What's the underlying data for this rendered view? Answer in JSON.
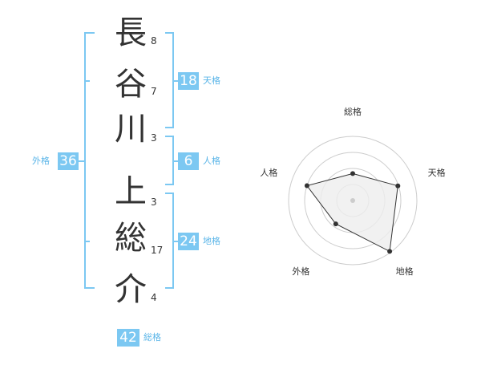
{
  "name": {
    "characters": [
      {
        "char": "長",
        "strokes": "8"
      },
      {
        "char": "谷",
        "strokes": "7"
      },
      {
        "char": "川",
        "strokes": "3"
      },
      {
        "char": "上",
        "strokes": "3"
      },
      {
        "char": "総",
        "strokes": "17"
      },
      {
        "char": "介",
        "strokes": "4"
      }
    ]
  },
  "kakusu": {
    "tenkaku": {
      "value": "18",
      "label": "天格"
    },
    "jinkaku": {
      "value": "6",
      "label": "人格"
    },
    "chikaku": {
      "value": "24",
      "label": "地格"
    },
    "gaikaku": {
      "value": "36",
      "label": "外格"
    },
    "soukaku": {
      "value": "42",
      "label": "総格"
    }
  },
  "colors": {
    "accent": "#7cc8f2",
    "accent_text": "#5ab5e8",
    "polygon_fill": "#eeeeee",
    "polygon_stroke": "#333333",
    "ring": "#cccccc"
  },
  "chart_data": {
    "type": "radar",
    "axes": [
      "総格",
      "天格",
      "地格",
      "外格",
      "人格"
    ],
    "values": [
      0.42,
      0.74,
      0.98,
      0.45,
      0.75
    ],
    "rings": 4,
    "range": [
      0,
      1
    ]
  }
}
